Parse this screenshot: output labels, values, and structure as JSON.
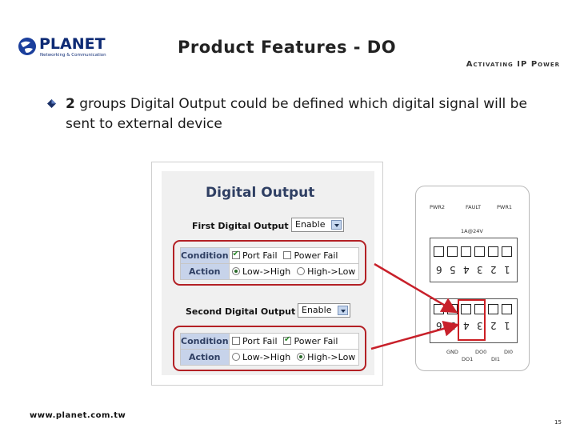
{
  "header": {
    "logo_word": "PLANET",
    "logo_subtitle": "Networking & Communication",
    "title": "Product Features - DO",
    "tagline": "Activating IP Power"
  },
  "bullet": {
    "bold_part": "2",
    "text_part": " groups Digital Output could be defined which digital signal will be sent to external device"
  },
  "panel": {
    "title": "Digital Output",
    "first": {
      "label": "First Digital Output :",
      "selected": "Enable",
      "condition_header": "Condition",
      "condition_opt1": "Port Fail",
      "condition_opt2": "Power Fail",
      "action_header": "Action",
      "action_opt1": "Low->High",
      "action_opt2": "High->Low"
    },
    "second": {
      "label": "Second Digital Output :",
      "selected": "Enable",
      "condition_header": "Condition",
      "condition_opt1": "Port Fail",
      "condition_opt2": "Power Fail",
      "action_header": "Action",
      "action_opt1": "Low->High",
      "action_opt2": "High->Low"
    }
  },
  "device": {
    "pwr2": "PWR2",
    "fault": "FAULT",
    "pwr1": "PWR1",
    "rating": "1A@24V",
    "top_nums": [
      "6",
      "5",
      "4",
      "3",
      "2",
      "1"
    ],
    "bottom_nums": [
      "6",
      "5",
      "4",
      "3",
      "2",
      "1"
    ],
    "gnd": "GND",
    "do0": "DO0",
    "di0": "DI0",
    "do1": "DO1",
    "di1": "DI1"
  },
  "footer": {
    "url": "www.planet.com.tw",
    "page": "15"
  },
  "colors": {
    "accent_red": "#b32025",
    "brand_blue": "#0d2a74",
    "table_header": "#c7d3ea"
  }
}
